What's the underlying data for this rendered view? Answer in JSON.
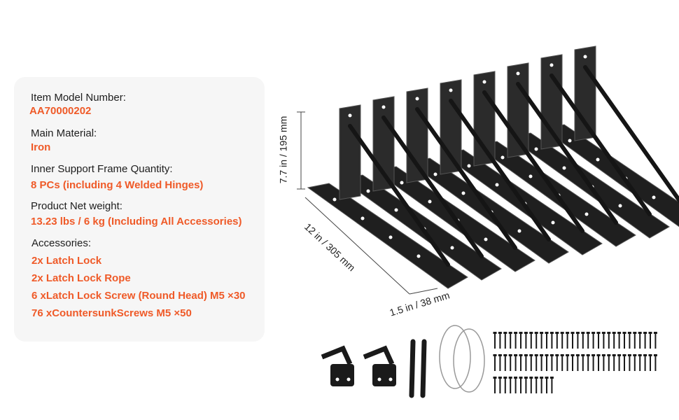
{
  "specs": {
    "model_label": "Item Model Number:",
    "model_value": "AA70000202",
    "material_label": "Main Material:",
    "material_value": "Iron",
    "frame_label": "Inner Support Frame Quantity:",
    "frame_value": "8 PCs (including 4 Welded Hinges)",
    "weight_label": "Product Net weight:",
    "weight_value": "13.23 lbs / 6 kg (Including All Accessories)",
    "accessories_label": "Accessories:",
    "accessories": [
      "2x Latch Lock",
      "2x Latch Lock Rope",
      "6 xLatch Lock Screw (Round Head) M5 ×30",
      "76 xCountersunkScrews M5 ×50"
    ]
  },
  "dimensions": {
    "height": "7.7 in / 195 mm",
    "length": "12 in / 305 mm",
    "width": "1.5 in / 38 mm"
  },
  "colors": {
    "accent": "#ef5a28",
    "metal": "#2b2b2b",
    "card": "#f6f6f6"
  }
}
